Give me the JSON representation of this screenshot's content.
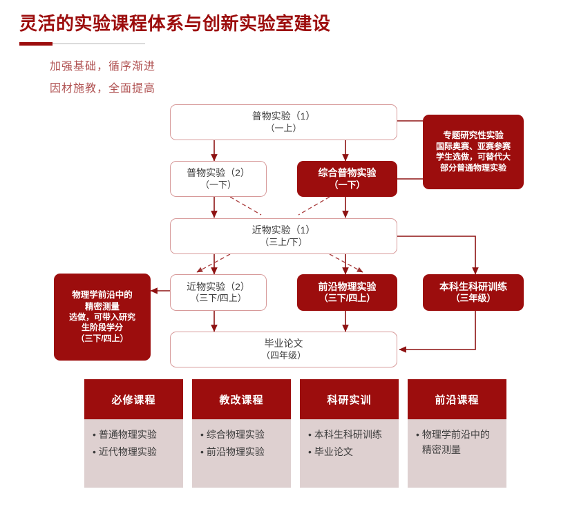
{
  "header": {
    "title": "灵活的实验课程体系与创新实验室建设",
    "subtitles": [
      "加强基础，循序渐进",
      "因材施教，全面提高"
    ],
    "accent_color": "#9c0d0d",
    "rule_color": "#b3b3b3",
    "subtitle_color": "#b05252"
  },
  "flow": {
    "nodes": [
      {
        "id": "puwu1",
        "line1": "普物实验（1）",
        "line2": "（一上）",
        "style": "light"
      },
      {
        "id": "puwu2",
        "line1": "普物实验（2）",
        "line2": "（一下）",
        "style": "light"
      },
      {
        "id": "zonghe",
        "line1": "综合普物实验",
        "line2": "（一下）",
        "style": "solid"
      },
      {
        "id": "zhuanti",
        "line1": "专题研究性实验",
        "line2": "国际奥赛、亚赛参赛\n学生选做，可替代大\n部分普通物理实验",
        "style": "solid"
      },
      {
        "id": "jinwu1",
        "line1": "近物实验（1）",
        "line2": "（三上/下）",
        "style": "light"
      },
      {
        "id": "jinwu2",
        "line1": "近物实验（2）",
        "line2": "（三下/四上）",
        "style": "light"
      },
      {
        "id": "qianyan",
        "line1": "前沿物理实验",
        "line2": "（三下/四上）",
        "style": "solid"
      },
      {
        "id": "benke",
        "line1": "本科生科研训练",
        "line2": "（三年级）",
        "style": "solid"
      },
      {
        "id": "jingmi",
        "line1": "物理学前沿中的\n精密测量",
        "line2": "选做，可带入研究\n生阶段学分\n（三下/四上）",
        "style": "solid"
      },
      {
        "id": "biye",
        "line1": "毕业论文",
        "line2": "（四年级）",
        "style": "light"
      }
    ]
  },
  "categories": [
    {
      "title": "必修课程",
      "items": [
        "普通物理实验",
        "近代物理实验"
      ]
    },
    {
      "title": "教改课程",
      "items": [
        "综合物理实验",
        "前沿物理实验"
      ]
    },
    {
      "title": "科研实训",
      "items": [
        "本科生科研训练",
        "毕业论文"
      ]
    },
    {
      "title": "前沿课程",
      "items": [
        "物理学前沿中的\n精密测量"
      ]
    }
  ],
  "bullet": "•"
}
